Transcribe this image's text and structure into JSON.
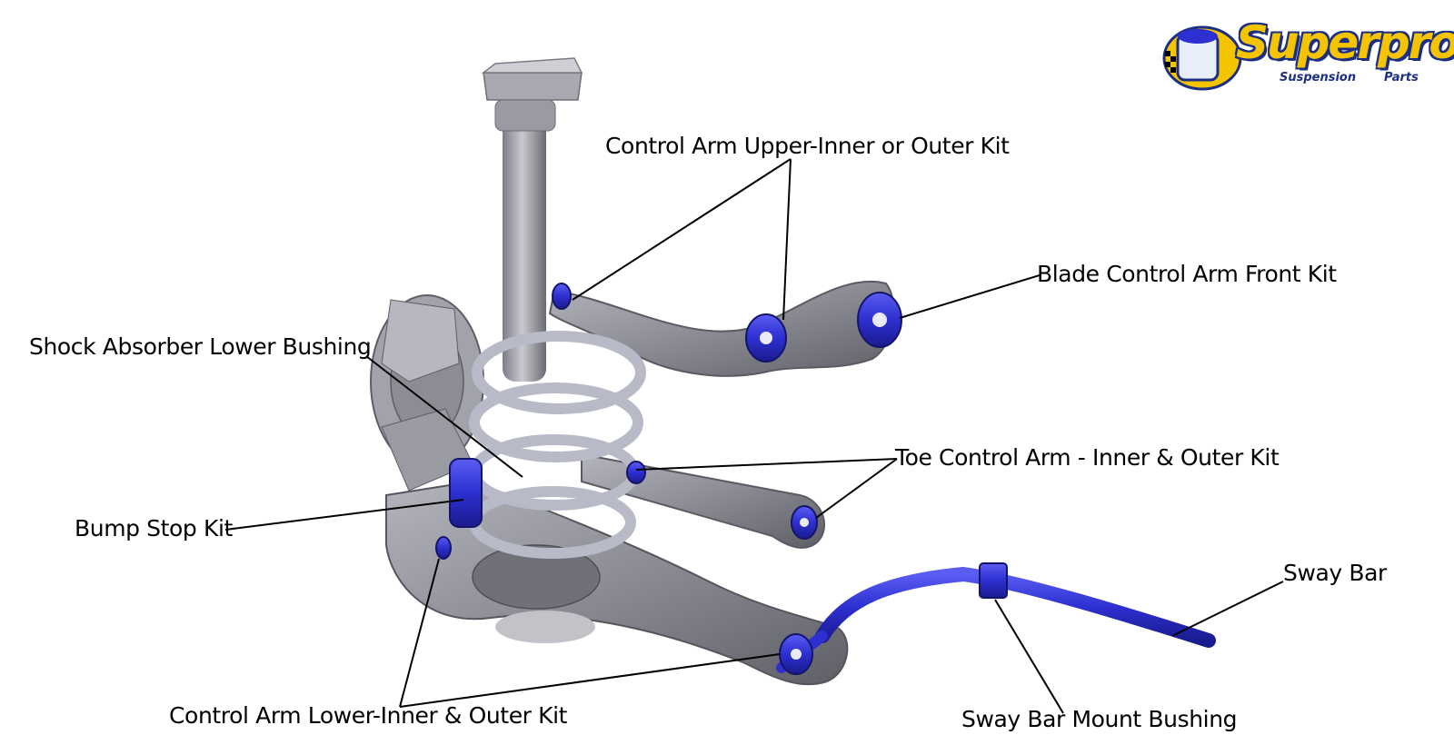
{
  "labels": {
    "upper_arm": "Control Arm Upper-Inner or Outer Kit",
    "blade_arm": "Blade Control Arm Front Kit",
    "shock_lower": "Shock Absorber Lower Bushing",
    "toe_arm": "Toe Control Arm - Inner & Outer Kit",
    "bump_stop": "Bump Stop Kit",
    "sway_bar": "Sway Bar",
    "lower_arm": "Control Arm Lower-Inner & Outer Kit",
    "sway_mount": "Sway Bar Mount Bushing"
  },
  "logo": {
    "brand": "Superpro",
    "sub_left": "Suspension",
    "sub_right": "Parts"
  },
  "colors": {
    "bushing_blue": "#2d2fd0",
    "metal_gray": "#8a8a92",
    "spring": "#b9bac8",
    "brand_yellow": "#f5c400",
    "brand_navy": "#1c2f83"
  }
}
